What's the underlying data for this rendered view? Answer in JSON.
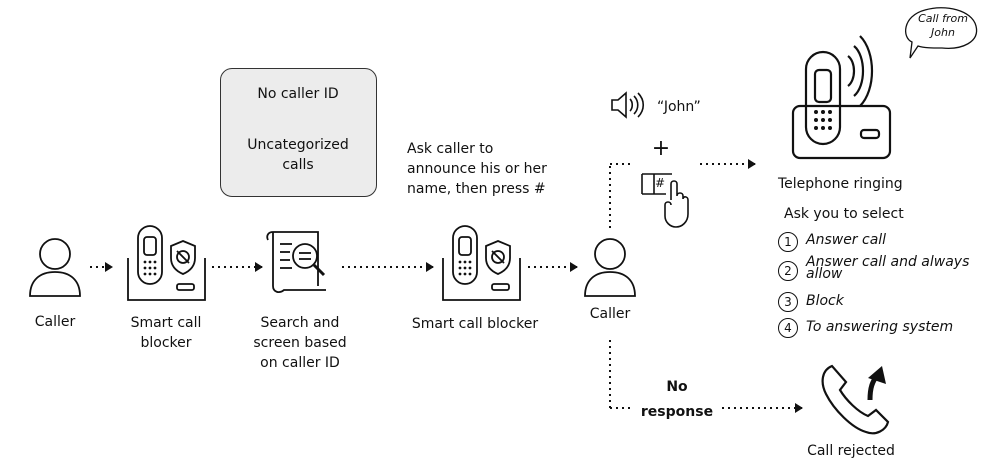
{
  "caller1_label": "Caller",
  "blocker1_label": [
    "Smart call",
    "blocker"
  ],
  "box": {
    "line1": "No caller ID",
    "line2": [
      "Uncategorized",
      "calls"
    ]
  },
  "search_label": [
    "Search and",
    "screen based",
    "on caller ID"
  ],
  "ask_label": [
    "Ask caller to",
    "announce his or her",
    "name, then press #"
  ],
  "blocker2_label": "Smart call blocker",
  "caller2_label": "Caller",
  "john_quote": "“John”",
  "plus_sign": "+",
  "hash_key": "#",
  "bubble_text": [
    "Call from",
    "John"
  ],
  "telephone_ringing": "Telephone ringing",
  "ask_select": "Ask you to select",
  "options": [
    {
      "num": "1",
      "text": [
        "Answer call"
      ]
    },
    {
      "num": "2",
      "text": [
        "Answer call and always",
        "allow"
      ]
    },
    {
      "num": "3",
      "text": [
        "Block"
      ]
    },
    {
      "num": "4",
      "text": [
        "To answering system"
      ]
    }
  ],
  "no_response": [
    "No",
    "response"
  ],
  "call_rejected": "Call rejected"
}
